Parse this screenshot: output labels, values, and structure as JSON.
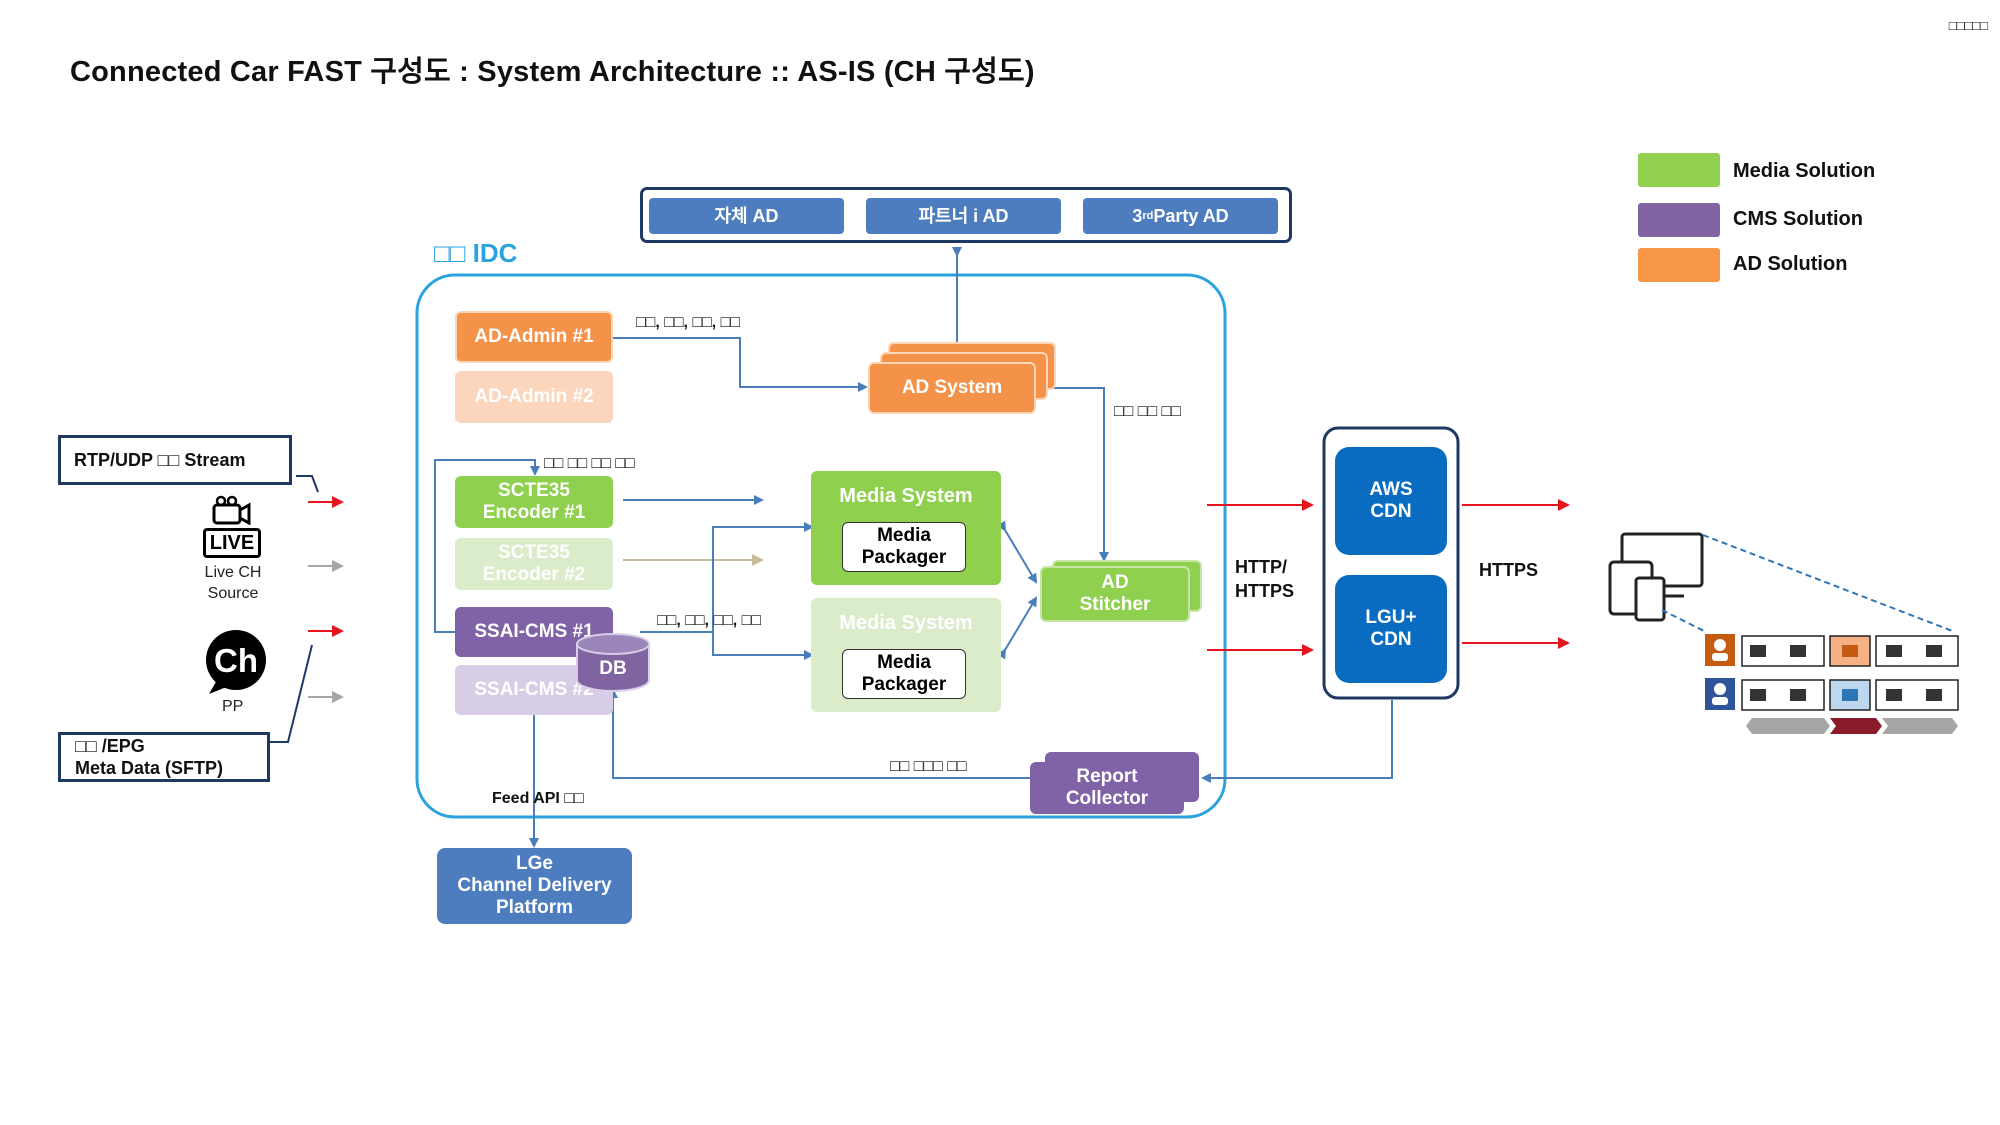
{
  "title": "Connected Car FAST 구성도 : System Architecture :: AS-IS (CH 구성도)",
  "corner_mark": "□□□□□",
  "legend": [
    {
      "label": "Media Solution",
      "color": "#92d050"
    },
    {
      "label": "CMS Solution",
      "color": "#8064a2"
    },
    {
      "label": "AD Solution",
      "color": "#f79646"
    }
  ],
  "ad_bar": {
    "ad1": "자체 AD",
    "ad2": "파트너 i AD",
    "ad3_main": "3",
    "ad3_sup": "rd",
    "ad3_rest": " Party AD"
  },
  "idc_label": "□□ IDC",
  "ad_admin_1": "AD-Admin #1",
  "ad_admin_2": "AD-Admin #2",
  "admin_flow_label": "□□, □□, □□, □□",
  "ad_system": "AD System",
  "ad_request_label": "□□ □□ □□",
  "scte_loop_label": "□□ □□ □□ □□",
  "scte_1_line1": "SCTE35",
  "scte_1_line2": "Encoder #1",
  "scte_2_line1": "SCTE35",
  "scte_2_line2": "Encoder #2",
  "media_system_1": "Media System",
  "media_system_2": "Media System",
  "media_packager": "Media Packager",
  "ad_stitcher_line1": "AD",
  "ad_stitcher_line2": "Stitcher",
  "ssai_1": "SSAI-CMS #1",
  "ssai_2": "SSAI-CMS #2",
  "db": "DB",
  "cms_flow_label": "□□, □□, □□, □□",
  "report_collector_line1": "Report",
  "report_collector_line2": "Collector",
  "report_flow_label": "□□ □□□ □□",
  "feed_api_label": "Feed API □□",
  "lge_line1": "LGe",
  "lge_line2": "Channel Delivery",
  "lge_line3": "Platform",
  "input_stream": "RTP/UDP □□ Stream",
  "live_badge": "LIVE",
  "live_source_line1": "Live CH",
  "live_source_line2": "Source",
  "pp_logo": "Ch",
  "pp_label": "PP",
  "epg_line1": "□□ /EPG",
  "epg_line2": "Meta Data (SFTP)",
  "http_line1": "HTTP/",
  "http_line2": "HTTPS",
  "https_label": "HTTPS",
  "aws_cdn_line1": "AWS",
  "aws_cdn_line2": "CDN",
  "lgu_cdn_line1": "LGU+",
  "lgu_cdn_line2": "CDN"
}
